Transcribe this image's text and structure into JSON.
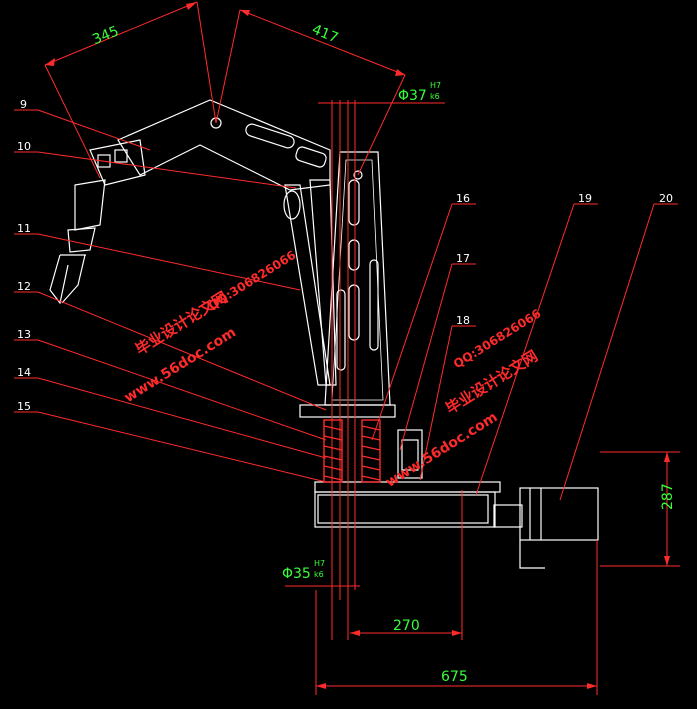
{
  "dimensions": {
    "d345": "345",
    "d417": "417",
    "d287": "287",
    "d270": "270",
    "d675": "675",
    "bore_top_main": "Φ37",
    "bore_top_fit_upper": "H7",
    "bore_top_fit_lower": "k6",
    "bore_bottom_main": "Φ35",
    "bore_bottom_fit_upper": "H7",
    "bore_bottom_fit_lower": "k6"
  },
  "callouts": {
    "c9": "9",
    "c10": "10",
    "c11": "11",
    "c12": "12",
    "c13": "13",
    "c14": "14",
    "c15": "15",
    "c16": "16",
    "c17": "17",
    "c18": "18",
    "c19": "19",
    "c20": "20"
  },
  "watermark": {
    "site": "www.56doc.com",
    "qq": "QQ:306826066",
    "title": "毕业设计论文网"
  },
  "colors": {
    "background": "#000000",
    "dimension": "#39ff39",
    "leader": "#ff2b2b",
    "outline": "#ffffff",
    "watermark": "#ff2b2b"
  }
}
